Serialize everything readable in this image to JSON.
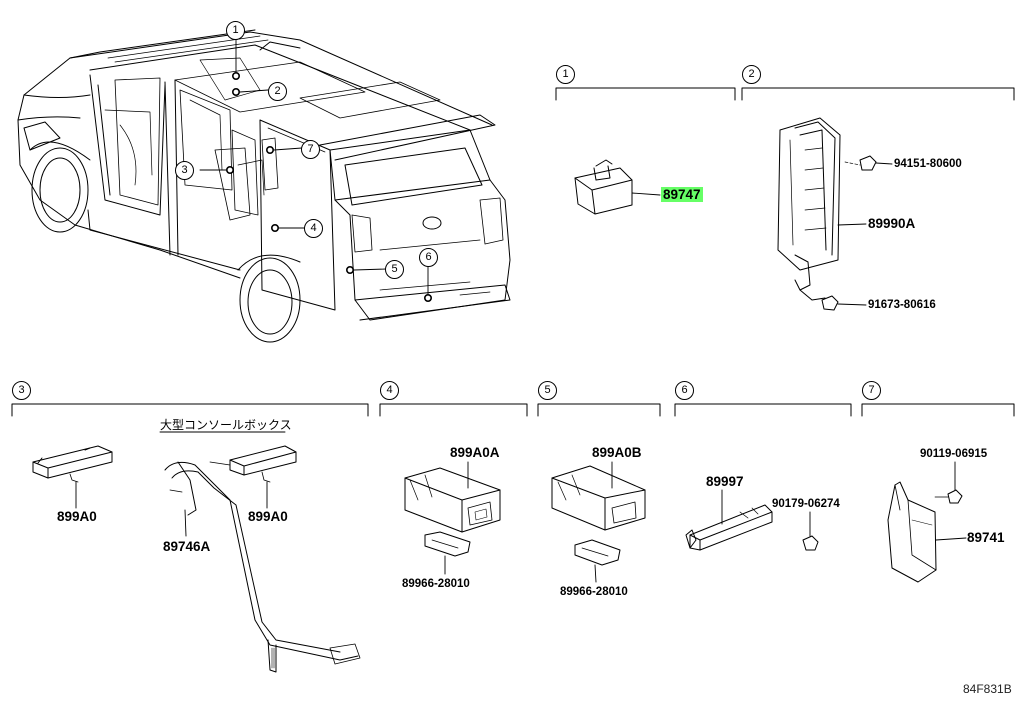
{
  "callouts": {
    "c1": "1",
    "c2": "2",
    "c3": "3",
    "c4": "4",
    "c5": "5",
    "c6": "6",
    "c7": "7"
  },
  "sections": {
    "s1": "1",
    "s2": "2",
    "s3": "3",
    "s4": "4",
    "s5": "5",
    "s6": "6",
    "s7": "7"
  },
  "parts": {
    "p89747": "89747",
    "p94151": "94151-80600",
    "p89990A": "89990A",
    "p91673": "91673-80616",
    "p899A0_left": "899A0",
    "p89746A": "89746A",
    "p899A0_right": "899A0",
    "p899A0A": "899A0A",
    "p89966_a": "89966-28010",
    "p899A0B": "899A0B",
    "p89966_b": "89966-28010",
    "p89997": "89997",
    "p90179": "90179-06274",
    "p90119": "90119-06915",
    "p89741": "89741"
  },
  "notes": {
    "console_box": "大型コンソールボックス"
  },
  "figure_code": "84F831B",
  "colors": {
    "highlight": "#66ff66",
    "line": "#000000"
  }
}
